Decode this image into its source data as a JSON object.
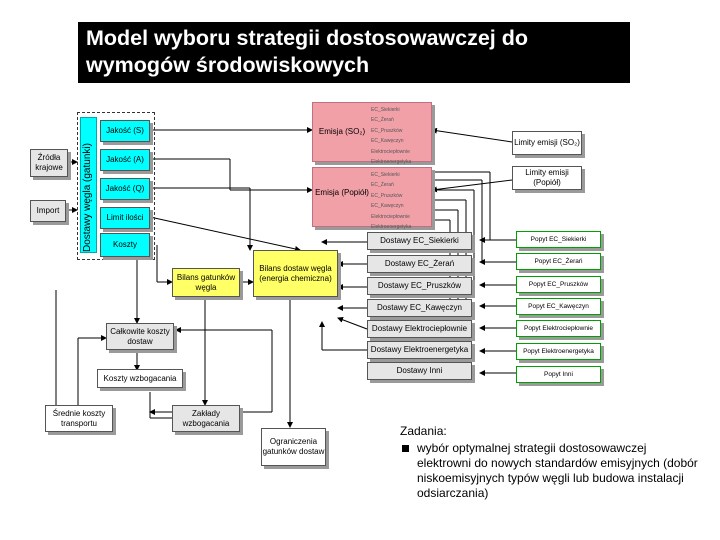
{
  "title": {
    "line1": "Model wyboru strategii dostosowawczej do",
    "line2": "wymogów środowiskowych"
  },
  "left": {
    "zrodla": "Źródła krajowe",
    "import": "Import"
  },
  "supply_group_label": "Dostawy węgla (gatunki)",
  "quality": {
    "s": "Jakość (S)",
    "a": "Jakość (A)",
    "q": "Jakość (Q)",
    "limits": "Limit ilości",
    "costs": "Koszty"
  },
  "emission": {
    "so2": "Emisja (SO₂)",
    "ash": "Emisja (Popiół)",
    "plants": [
      "EC_Siekierki",
      "EC_Żerań",
      "EC_Pruszków",
      "EC_Kawęczyn",
      "Elektrociepłownie",
      "Elektroenergetyka"
    ]
  },
  "limits": {
    "so2": "Limity emisji (SO₂)",
    "ash": "Limity emisji (Popiół)"
  },
  "center": {
    "bilans_gat": "Bilans gatunków węgla",
    "bilans_dostaw": "Bilans dostaw węgla (energia chemiczna)",
    "koszty_calk": "Całkowite koszty dostaw",
    "koszty_wzbog": "Koszty wzbogacania",
    "srednie": "Średnie koszty transportu",
    "zaklady": "Zakłady wzbogacania",
    "ograniczenia": "Ograniczenia gatunków dostaw"
  },
  "deliveries": [
    "Dostawy EC_Siekierki",
    "Dostawy EC_Żerań",
    "Dostawy EC_Pruszków",
    "Dostawy EC_Kawęczyn",
    "Dostawy Elektrociepłownie",
    "Dostawy Elektroenergetyka",
    "Dostawy Inni"
  ],
  "demand": [
    "Popyt EC_Siekierki",
    "Popyt EC_Żerań",
    "Popyt EC_Pruszków",
    "Popyt EC_Kawęczyn",
    "Popyt Elektrociepłownie",
    "Popyt Elektroenergetyka",
    "Popyt Inni"
  ],
  "tasks": {
    "heading": "Zadania:",
    "item": "wybór optymalnej strategii dostosowawczej elektrowni do nowych standardów emisyjnych (dobór niskoemisyjnych typów węgli lub budowa instalacji odsiarczania)"
  }
}
